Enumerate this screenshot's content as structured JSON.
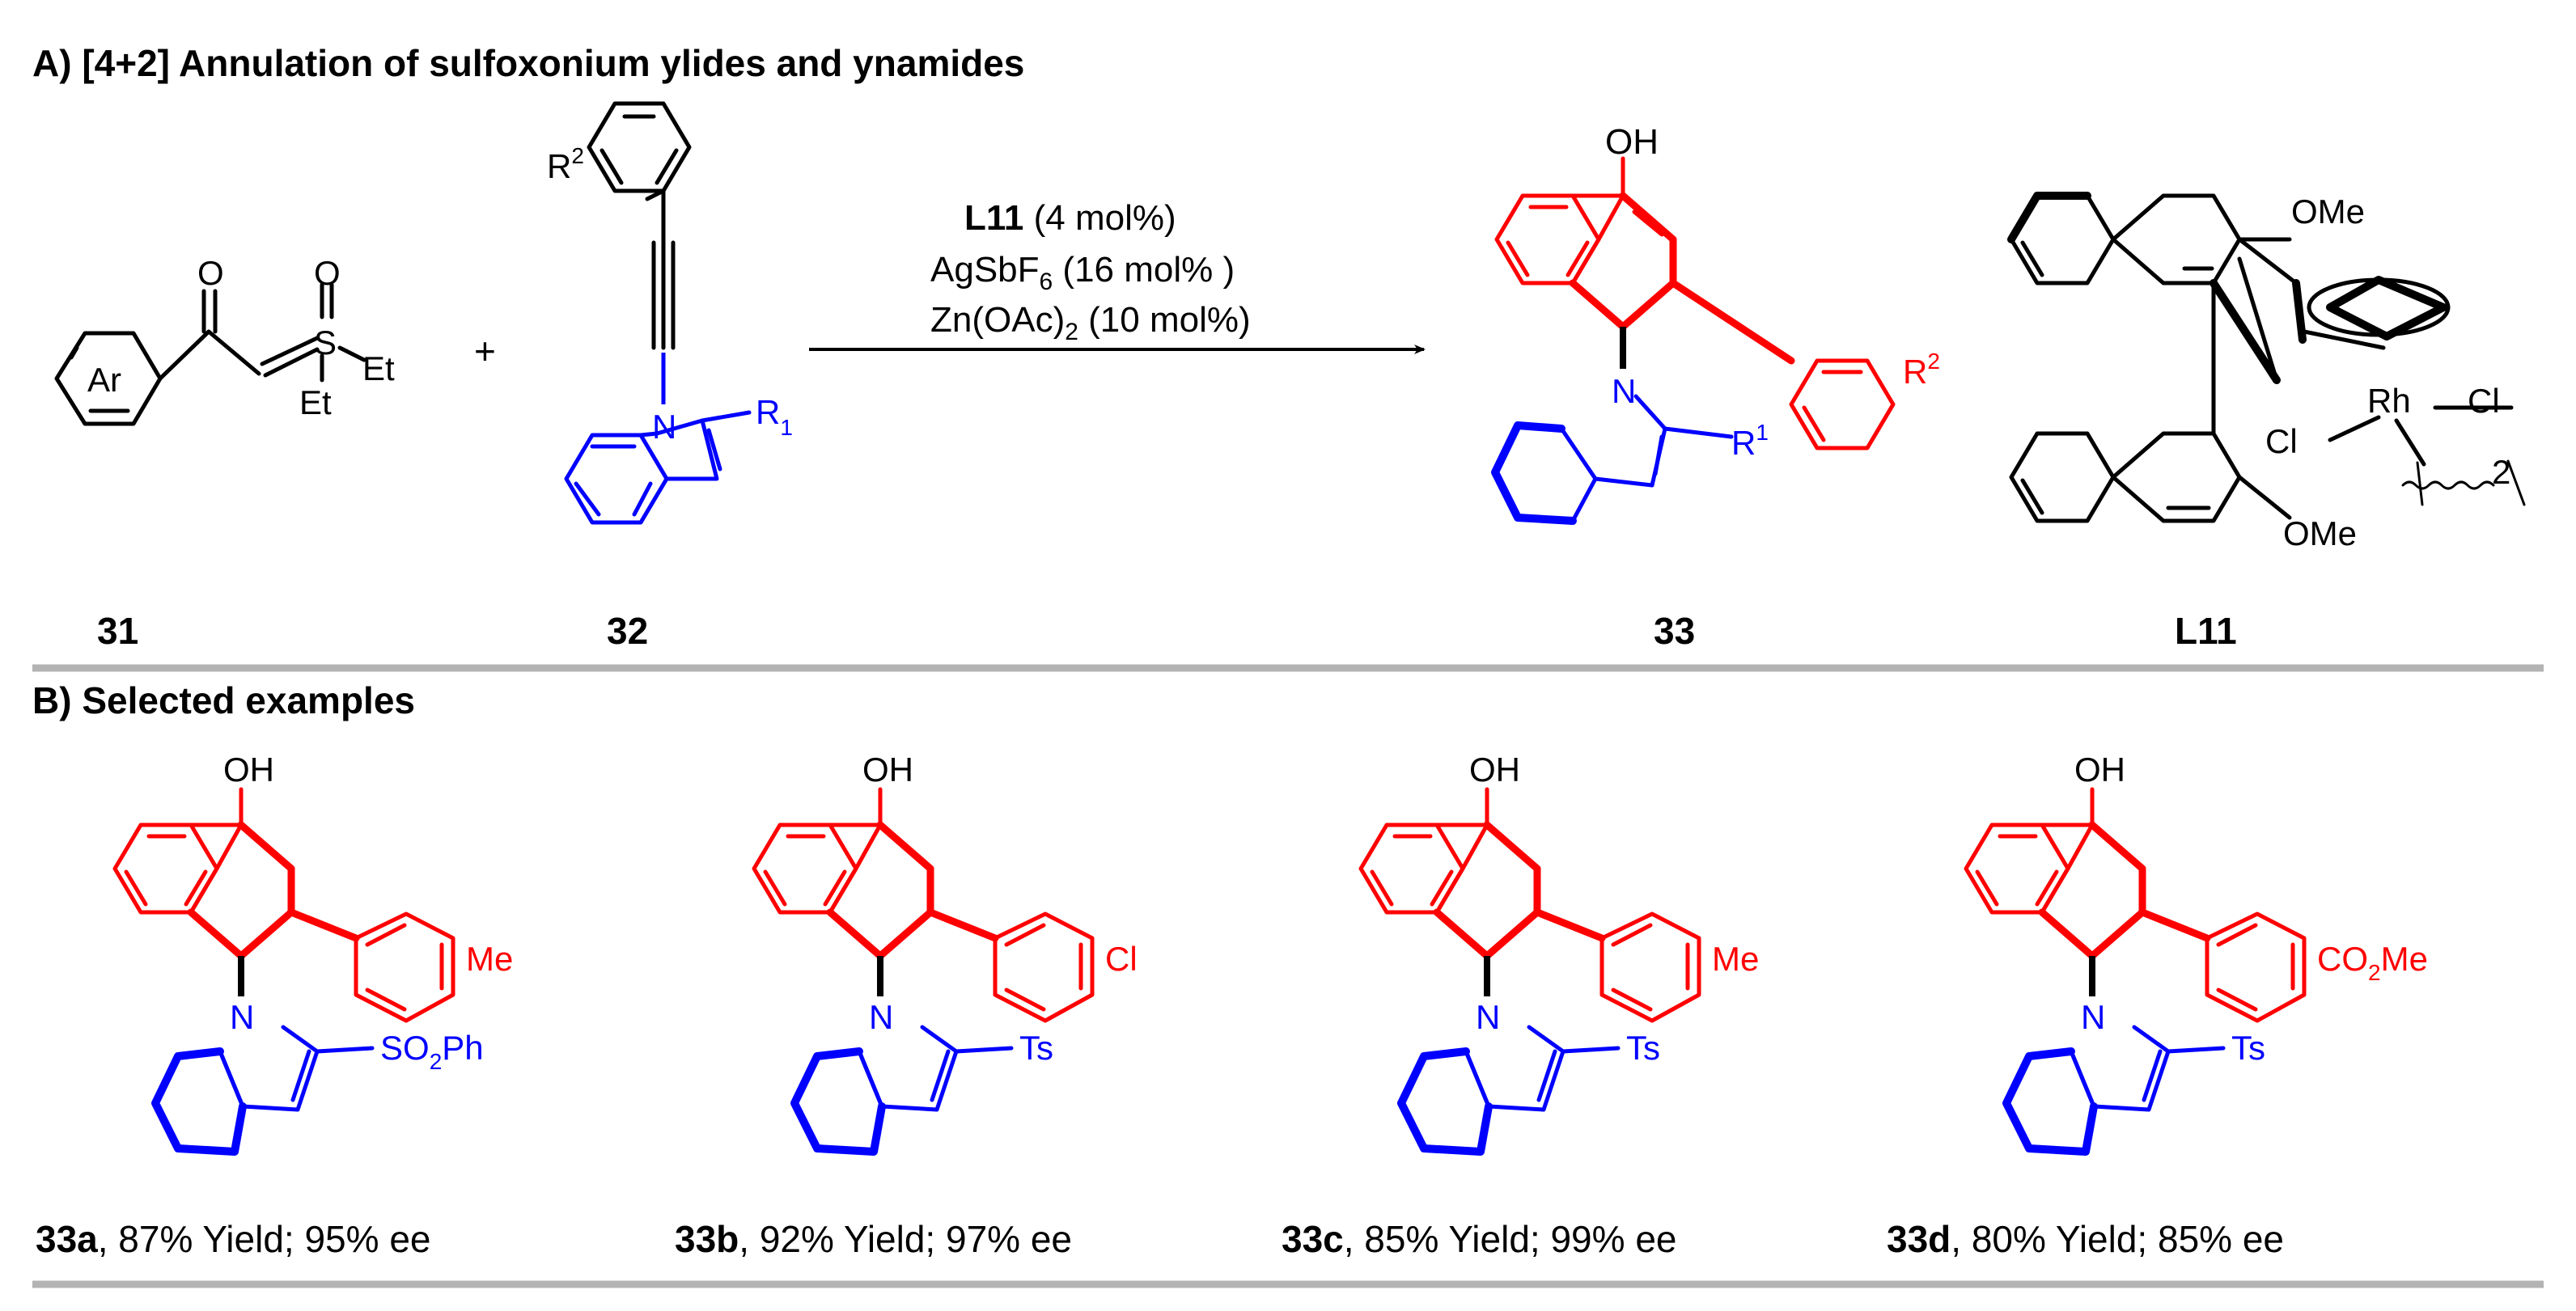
{
  "section_a": {
    "title": "A) [4+2] Annulation of sulfoxonium ylides and ynamides"
  },
  "section_b": {
    "title": "B) Selected examples"
  },
  "colors": {
    "reactant": "#000000",
    "naphthol": "#ff0000",
    "indole": "#0000ff",
    "rule": "#b3b3b3"
  },
  "reagents": {
    "catalyst": "L11",
    "catalyst_loading": " (4 mol%)",
    "additive1": "AgSbF",
    "additive1_sub": "6",
    "additive1_loading": " (16 mol% )",
    "additive2": "Zn(OAc)",
    "additive2_sub": "2",
    "additive2_loading": " (10 mol%)"
  },
  "compounds": {
    "c31": {
      "id": "31",
      "o_label": "O",
      "s_label": "S",
      "s_o_label": "O",
      "et1": "Et",
      "et2": "Et",
      "ring_label": "Ar"
    },
    "plus": "+",
    "c32": {
      "id": "32",
      "r2": "R",
      "r2_sup": "2",
      "n_label": "N",
      "r1": "R",
      "r1_sub": "1"
    },
    "c33": {
      "id": "33",
      "oh": "OH",
      "n_label": "N",
      "r1": "R",
      "r1_sup": "1",
      "r2": "R",
      "r2_sup": "2"
    },
    "L11": {
      "id": "L11",
      "ome_top": "OMe",
      "ome_bottom": "OMe",
      "rh": "Rh",
      "cl1": "Cl",
      "cl2": "Cl",
      "dimer": "2"
    }
  },
  "examples": [
    {
      "id": "33a",
      "oh": "OH",
      "n_label": "N",
      "substituent": "Me",
      "indole_sub": "SO",
      "indole_sub_sub": "2",
      "indole_sub_tail": "Ph",
      "caption_rest": ", 87% Yield; 95% ee"
    },
    {
      "id": "33b",
      "oh": "OH",
      "n_label": "N",
      "substituent": "Cl",
      "indole_sub": "Ts",
      "caption_rest": ", 92% Yield; 97% ee"
    },
    {
      "id": "33c",
      "oh": "OH",
      "n_label": "N",
      "substituent": "Me",
      "indole_sub": "Ts",
      "caption_rest": ", 85% Yield; 99% ee"
    },
    {
      "id": "33d",
      "oh": "OH",
      "n_label": "N",
      "substituent": "CO",
      "substituent_sub": "2",
      "substituent_tail": "Me",
      "indole_sub": "Ts",
      "caption_rest": ", 80% Yield; 85% ee"
    }
  ]
}
